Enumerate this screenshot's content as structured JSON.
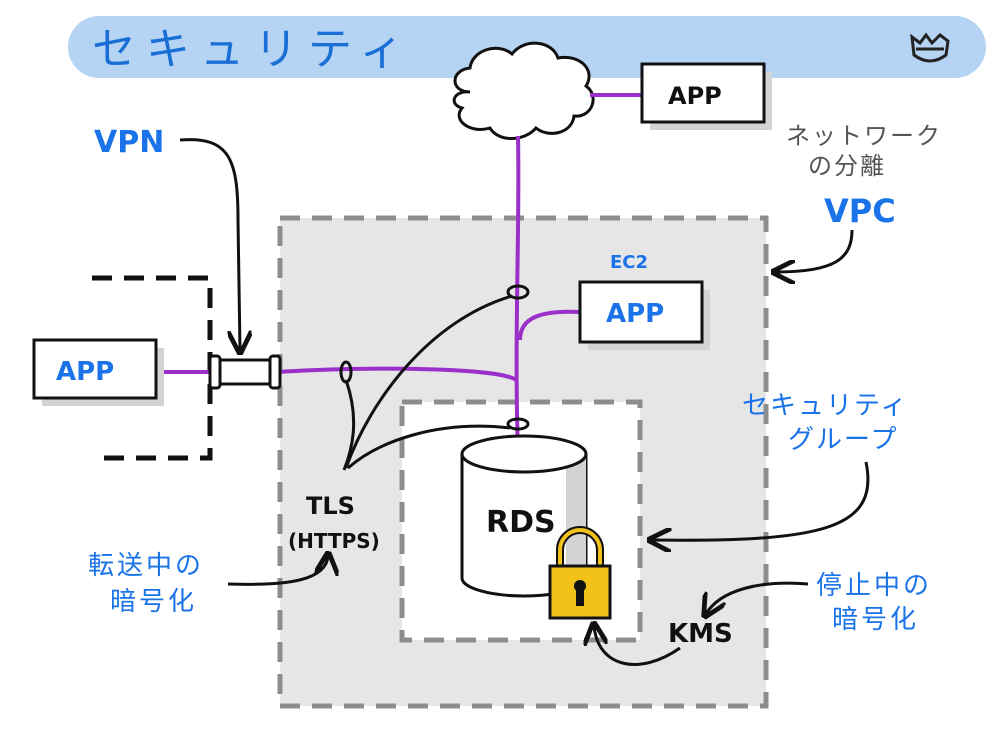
{
  "title": "セキュリティ",
  "apps": {
    "internet_app": "APP",
    "ec2_app": "APP",
    "onprem_app": "APP"
  },
  "labels": {
    "vpn": "VPN",
    "vpc": "VPC",
    "ec2": "EC2",
    "rds": "RDS",
    "tls_line1": "TLS",
    "tls_line2": "(HTTPS)",
    "kms": "KMS",
    "network_isolation_line1": "ネットワーク",
    "network_isolation_line2": "の分離",
    "security_group_line1": "セキュリティ",
    "security_group_line2": "グループ",
    "in_transit_line1": "転送中の",
    "in_transit_line2": "暗号化",
    "at_rest_line1": "停止中の",
    "at_rest_line2": "暗号化"
  },
  "colors": {
    "banner": "#b5d3f3",
    "title": "#1a6fd6",
    "label_blue": "#1a73e8",
    "purple": "#9b2fc9",
    "vpc_fill": "#e6e6e6",
    "dash": "#8d8d8d",
    "box_shadow": "#d3d3d3",
    "lock_gold": "#f2c21b",
    "gray_text": "#555555"
  },
  "icons": [
    "cloud-icon",
    "lock-icon",
    "logo-icon",
    "vpn-tunnel-icon",
    "database-icon"
  ]
}
